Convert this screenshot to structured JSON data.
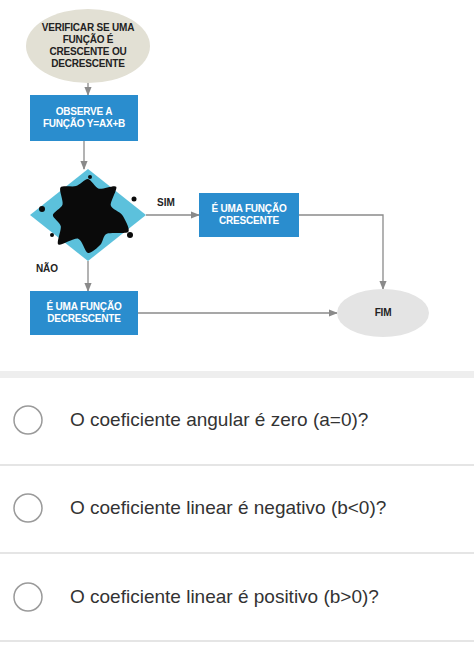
{
  "diagram": {
    "nodes": [
      {
        "text": [
          "VERIFICAR SE UMA FUNÇÃO É CRESCENTE OU DECRESCENTE"
        ]
      },
      {
        "text": [
          "OBSERVE A FUNÇÃO Y=AX+B"
        ]
      },
      {
        "text": []
      },
      {
        "text": [
          "É UMA FUNÇÃO CRESCENTE"
        ]
      },
      {
        "text": [
          "É UMA FUNÇÃO DECRESCENTE"
        ]
      },
      {
        "text": [
          "FIM"
        ]
      }
    ],
    "edges": [
      {
        "from": 0,
        "to": 1,
        "arrow": "to"
      },
      {
        "from": 1,
        "to": 2,
        "arrow": "to"
      },
      {
        "from": 2,
        "to": 3,
        "label": "SIM",
        "arrow": "to"
      },
      {
        "from": 2,
        "to": 4,
        "label": "NÃO",
        "arrow": "to"
      },
      {
        "from": 3,
        "to": 5,
        "arrow": "to"
      },
      {
        "from": 4,
        "to": 5,
        "arrow": "to"
      }
    ],
    "labels": [
      "O coeficiente angular é zero (a=0)?",
      "O coeficiente linear é negativo (b<0)?",
      "O coeficiente linear é positivo (b>0)?"
    ]
  }
}
